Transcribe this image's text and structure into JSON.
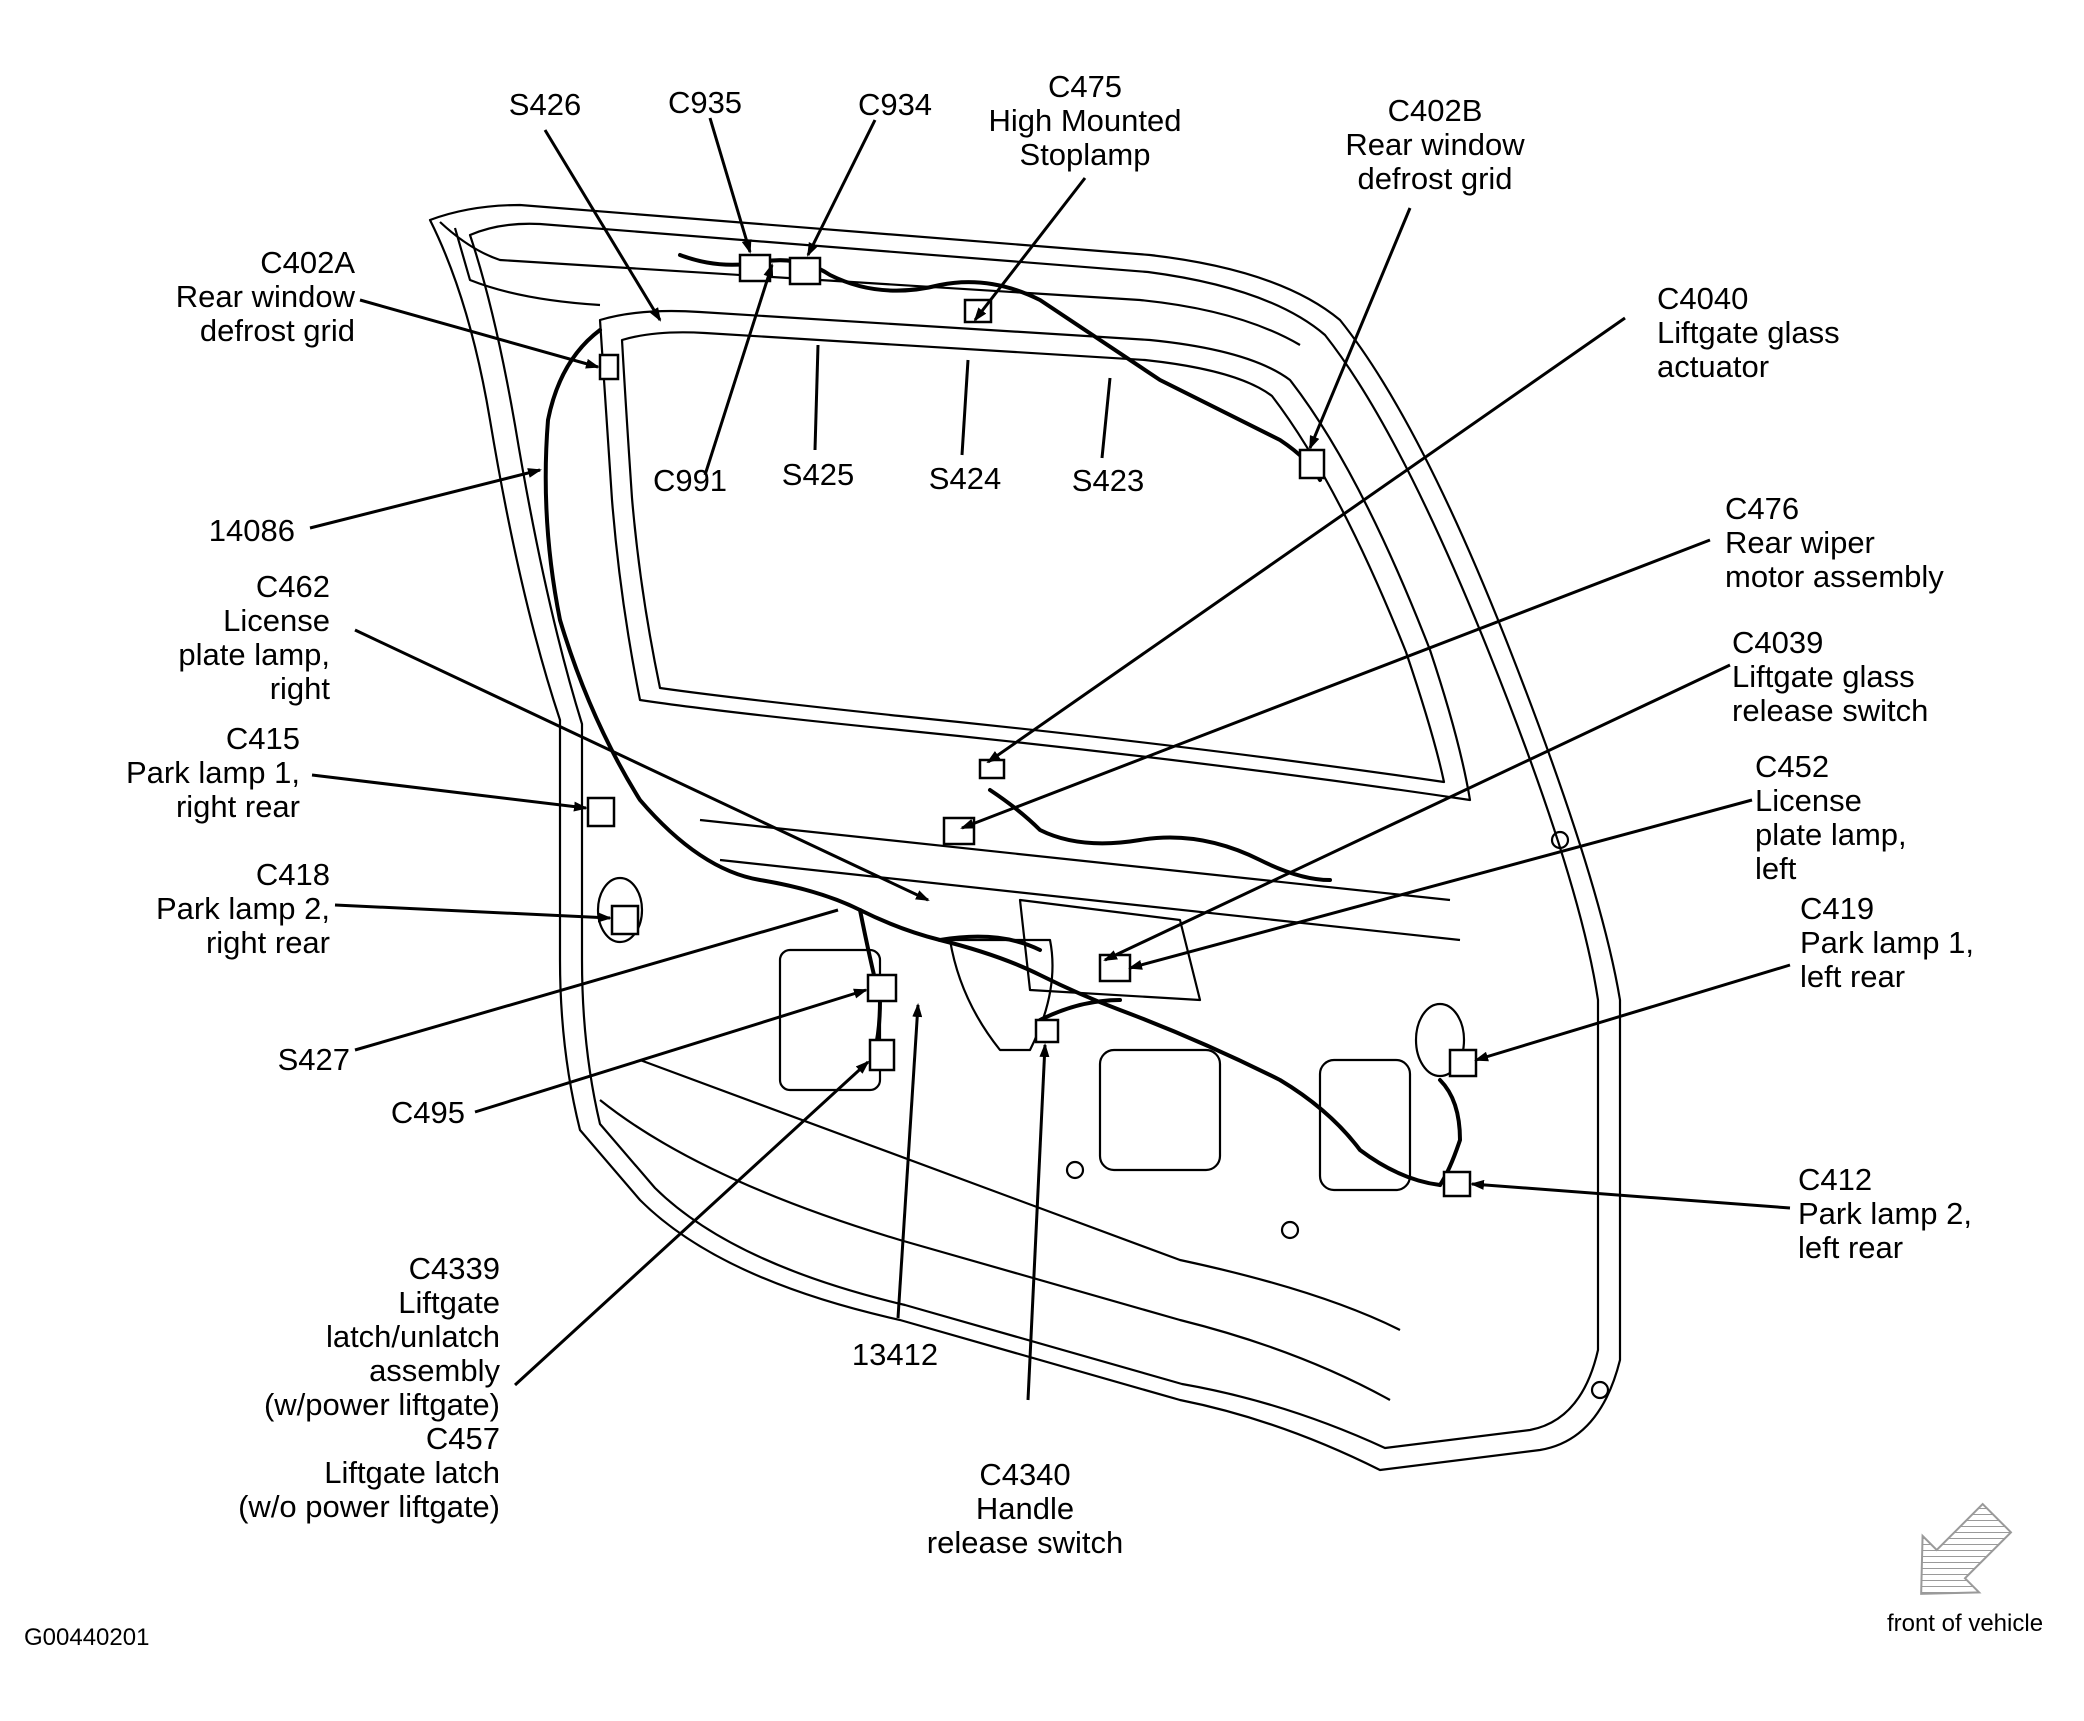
{
  "diagram_id": "G00440201",
  "orientation_label": "front of vehicle",
  "labels": {
    "s426": "S426",
    "c935": "C935",
    "c934": "C934",
    "c475": "C475\nHigh Mounted\nStoplamp",
    "c402b": "C402B\nRear window\ndefrost grid",
    "c402a": "C402A\nRear window\ndefrost grid",
    "c4040": "C4040\nLiftgate glass\nactuator",
    "c991": "C991",
    "s425": "S425",
    "s424": "S424",
    "s423": "S423",
    "w14086": "14086",
    "c476": "C476\nRear wiper\nmotor assembly",
    "c462": "C462\nLicense\nplate lamp,\nright",
    "c4039": "C4039\nLiftgate glass\nrelease switch",
    "c415": "C415\nPark lamp 1,\nright rear",
    "c452": "C452\nLicense\nplate lamp,\nleft",
    "c418": "C418\nPark lamp 2,\nright rear",
    "c419": "C419\nPark lamp 1,\nleft rear",
    "s427": "S427",
    "c495": "C495",
    "c412": "C412\nPark lamp 2,\nleft rear",
    "c4339": "C4339\nLiftgate\nlatch/unlatch\nassembly\n(w/power liftgate)\nC457\nLiftgate latch\n(w/o power liftgate)",
    "w13412": "13412",
    "c4340": "C4340\nHandle\nrelease switch"
  },
  "colors": {
    "line": "#000000",
    "background": "#ffffff",
    "arrow_icon": "#9a9a9a"
  }
}
